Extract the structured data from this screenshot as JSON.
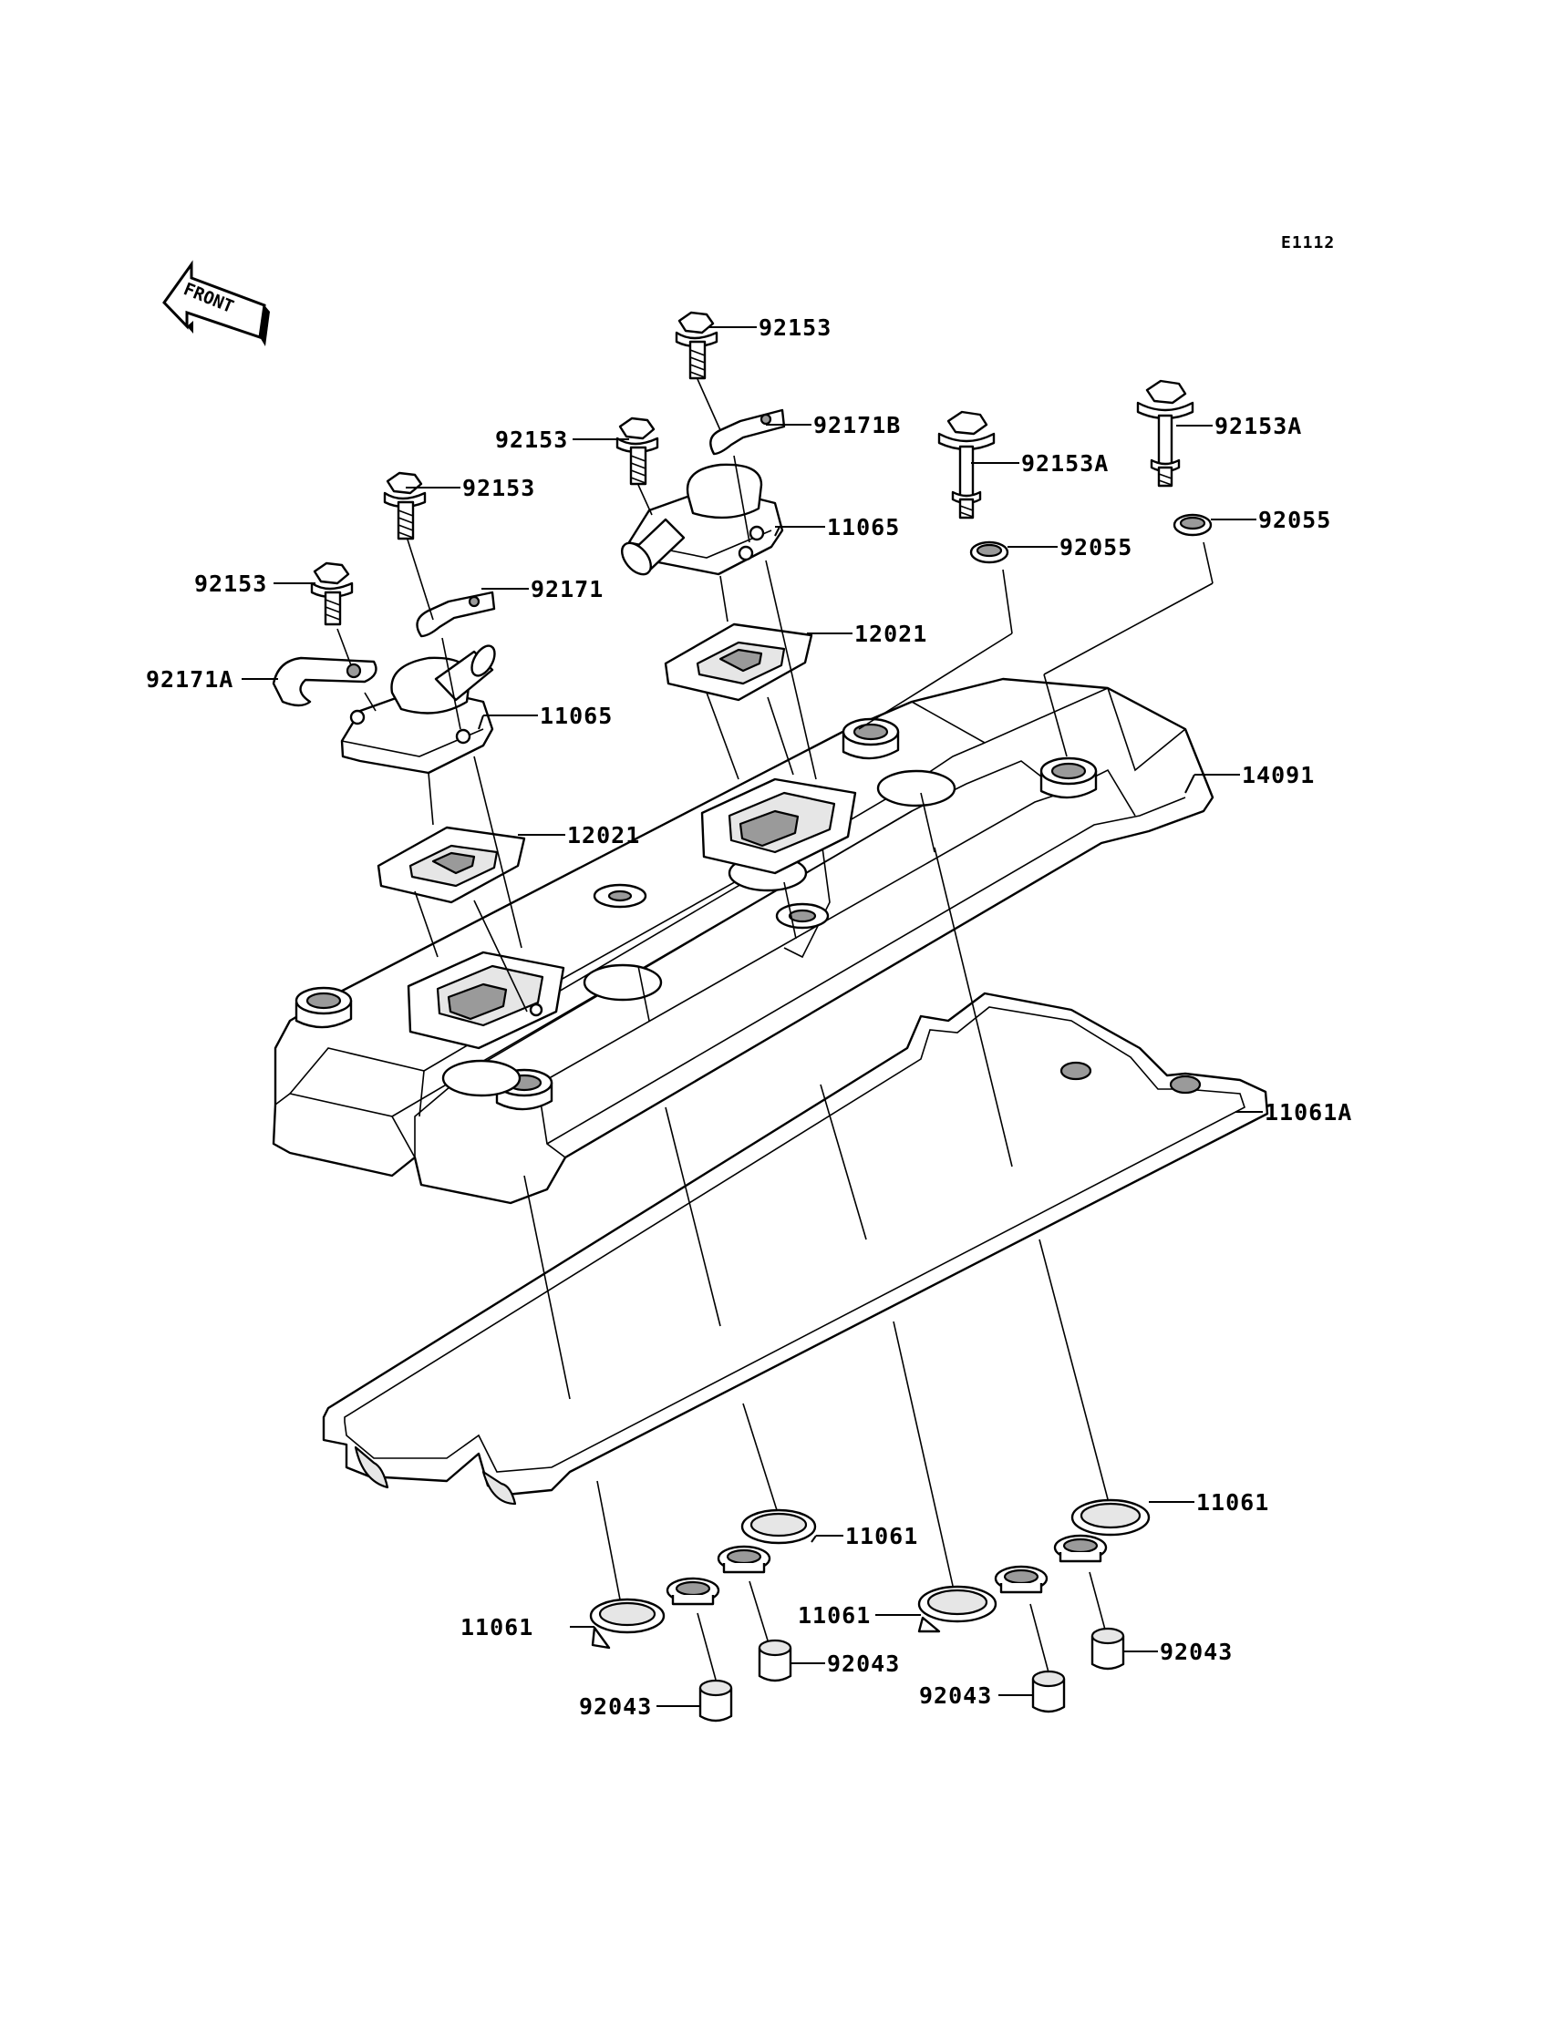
{
  "reference_code": "E1112",
  "front_label": "FRONT",
  "parts": {
    "bolt_top": "92153",
    "bracket_b": "92171B",
    "bolt_mid": "92153",
    "bolt_left_upper": "92153",
    "bolt_left": "92153",
    "bracket": "92171",
    "bracket_a": "92171A",
    "cover_right": "11065",
    "cover_left": "11065",
    "gasket_right": "12021",
    "gasket_left": "12021",
    "bolt_a_mid": "92153A",
    "bolt_a_right": "92153A",
    "washer_mid": "92055",
    "washer_right": "92055",
    "head_cover": "14091",
    "cover_gasket": "11061A",
    "plug_gasket_1": "11061",
    "plug_gasket_2": "11061",
    "plug_gasket_3": "11061",
    "plug_gasket_4": "11061",
    "collar_1": "92043",
    "collar_2": "92043",
    "collar_3": "92043",
    "collar_4": "92043"
  }
}
